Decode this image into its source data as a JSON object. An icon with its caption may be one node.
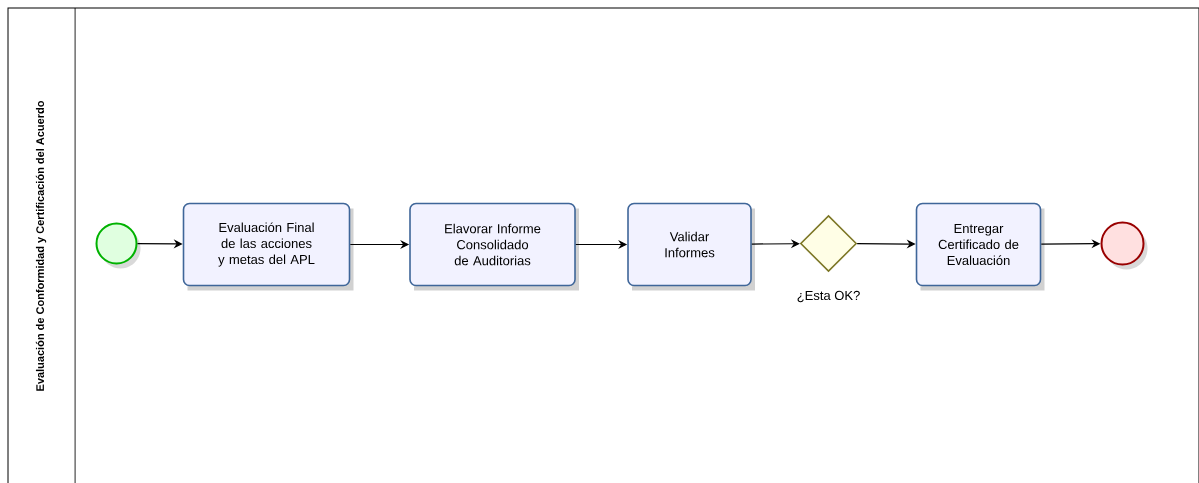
{
  "diagram": {
    "nodes": [
      {
        "text": [
          "Evaluación de Conformidad y Certificación del Acuerdo"
        ]
      },
      {
        "text": [],
        "shape": "circle",
        "in": 0
      },
      {
        "text": [
          "Evaluación Final de las acciones y metas del APL"
        ],
        "in": 0
      },
      {
        "text": [
          "Elavorar Informe Consolidado de Auditorias"
        ],
        "in": 0
      },
      {
        "text": [
          "Validar Informes"
        ],
        "in": 0
      },
      {
        "text": [],
        "shape": "diamond",
        "in": 0,
        "beside": [
          "¿Esta OK?"
        ]
      },
      {
        "text": [
          "Entregar Certificado de Evaluación"
        ],
        "in": 0
      },
      {
        "text": [],
        "shape": "circle",
        "in": 0
      }
    ],
    "edges": [
      {
        "from": 1,
        "to": 2,
        "arrow": "to"
      },
      {
        "from": 2,
        "to": 3,
        "arrow": "to"
      },
      {
        "from": 3,
        "to": 4,
        "arrow": "to"
      },
      {
        "from": 4,
        "to": 5,
        "arrow": "to"
      },
      {
        "from": 5,
        "to": 6,
        "arrow": "to"
      },
      {
        "from": 6,
        "to": 7,
        "arrow": "to"
      }
    ]
  }
}
